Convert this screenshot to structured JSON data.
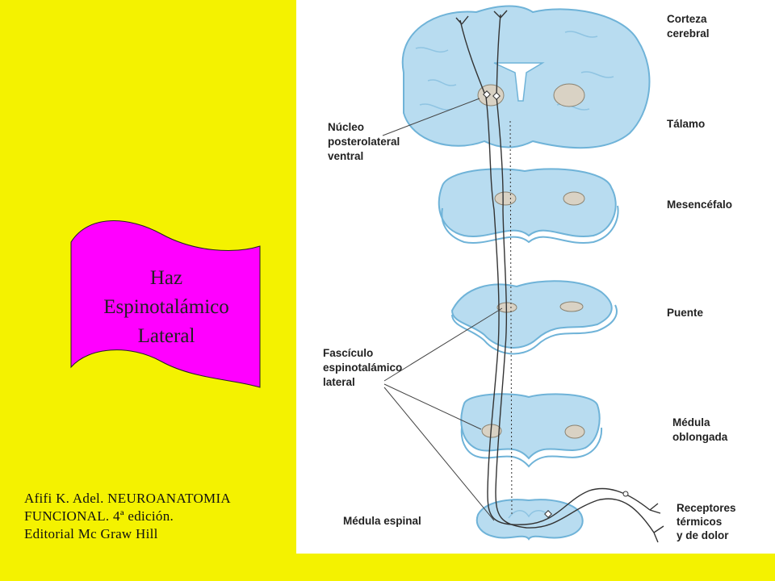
{
  "banner": {
    "lines": [
      "Haz",
      "Espinotalámico",
      "Lateral"
    ],
    "color": "#ff00ff"
  },
  "reference": {
    "lines": [
      "Afifi  K.  Adel.  NEUROANATOMIA",
      "FUNCIONAL.  4ª edición.",
      "Editorial Mc Graw Hill"
    ]
  },
  "labels": {
    "corteza": [
      "Corteza",
      "cerebral"
    ],
    "talamo": "Tálamo",
    "nucleo": [
      "Núcleo",
      "posterolateral",
      "ventral"
    ],
    "mesencefalo": "Mesencéfalo",
    "puente": "Puente",
    "fasciculo": [
      "Fascículo",
      "espinotalámico",
      "lateral"
    ],
    "medula_oblongada": [
      "Médula",
      "oblongada"
    ],
    "medula_espinal": "Médula espinal",
    "receptores": [
      "Receptores",
      "térmicos",
      "y de dolor"
    ]
  },
  "colors": {
    "background": "#f4f200",
    "tissue": "#b8dcf0",
    "tissue_edge": "#6fb3d8",
    "nucleus": "#d9d2c4"
  }
}
